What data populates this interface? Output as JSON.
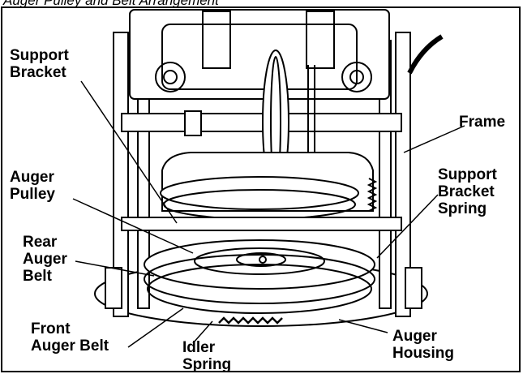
{
  "caption": "Auger Pulley and Belt Arrangement",
  "labels": {
    "support_bracket": [
      "Support",
      "Bracket"
    ],
    "frame": [
      "Frame"
    ],
    "auger_pulley": [
      "Auger",
      "Pulley"
    ],
    "support_bracket_spring": [
      "Support",
      "Bracket",
      "Spring"
    ],
    "rear_auger_belt": [
      "Rear",
      "Auger",
      "Belt"
    ],
    "front_auger_belt": [
      "Front",
      "Auger Belt"
    ],
    "idler_spring": [
      "Idler",
      "Spring"
    ],
    "auger_housing": [
      "Auger",
      "Housing"
    ]
  }
}
